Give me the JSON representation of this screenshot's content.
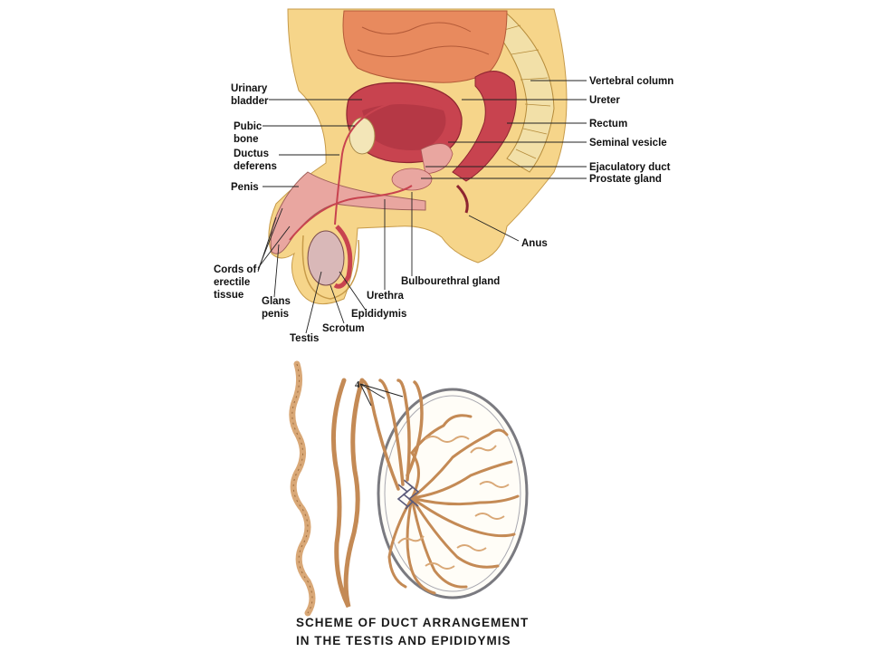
{
  "figure_top": {
    "labels": {
      "vertebral_column": "Vertebral column",
      "ureter": "Ureter",
      "rectum": "Rectum",
      "seminal_vesicle": "Seminal vesicle",
      "ejaculatory_duct": "Ejaculatory duct",
      "prostate_gland": "Prostate gland",
      "anus": "Anus",
      "bulbourethral_gland": "Bulbourethral gland",
      "urethra": "Urethra",
      "epididymis": "Epididymis",
      "scrotum": "Scrotum",
      "testis": "Testis",
      "glans_penis_1": "Glans",
      "glans_penis_2": "penis",
      "cords_1": "Cords of",
      "cords_2": "erectile",
      "cords_3": "tissue",
      "penis": "Penis",
      "ductus_1": "Ductus",
      "ductus_2": "deferens",
      "pubic_1": "Pubic",
      "pubic_2": "bone",
      "bladder_1": "Urinary",
      "bladder_2": "bladder"
    }
  },
  "figure_bottom": {
    "marker": "4",
    "caption_line1": "SCHEME OF DUCT ARRANGEMENT",
    "caption_line2": "IN THE TESTIS AND EPIDIDYMIS"
  },
  "colors": {
    "skin": "#f6d58a",
    "tissue_pink": "#e9a6a0",
    "organ_red": "#c8434f",
    "duct_tan": "#d9a877",
    "intestine": "#e88a5e"
  }
}
